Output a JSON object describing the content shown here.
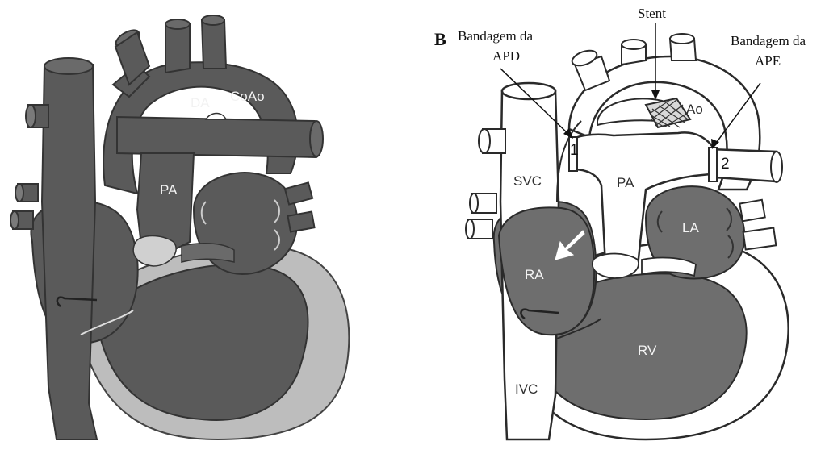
{
  "panel_a": {
    "labels": {
      "da": "DA",
      "coao": "CoAo",
      "pa": "PA"
    }
  },
  "panel_b": {
    "panel_letter": "B",
    "annotations": {
      "stent": "Stent",
      "band_right_line1": "Bandagem da",
      "band_right_line2": "APD",
      "band_left_line1": "Bandagem da",
      "band_left_line2": "APE",
      "marker_1": "1",
      "marker_2": "2"
    },
    "labels": {
      "ao": "Ao",
      "svc": "SVC",
      "pa": "PA",
      "la": "LA",
      "ra": "RA",
      "rv": "RV",
      "ivc": "IVC"
    }
  },
  "colors": {
    "dark_fill": "#5a5a5a",
    "medium_fill": "#6e6e6e",
    "light_fill": "#bdbdbd",
    "white_fill": "#ffffff",
    "outline": "#2a2a2a"
  }
}
